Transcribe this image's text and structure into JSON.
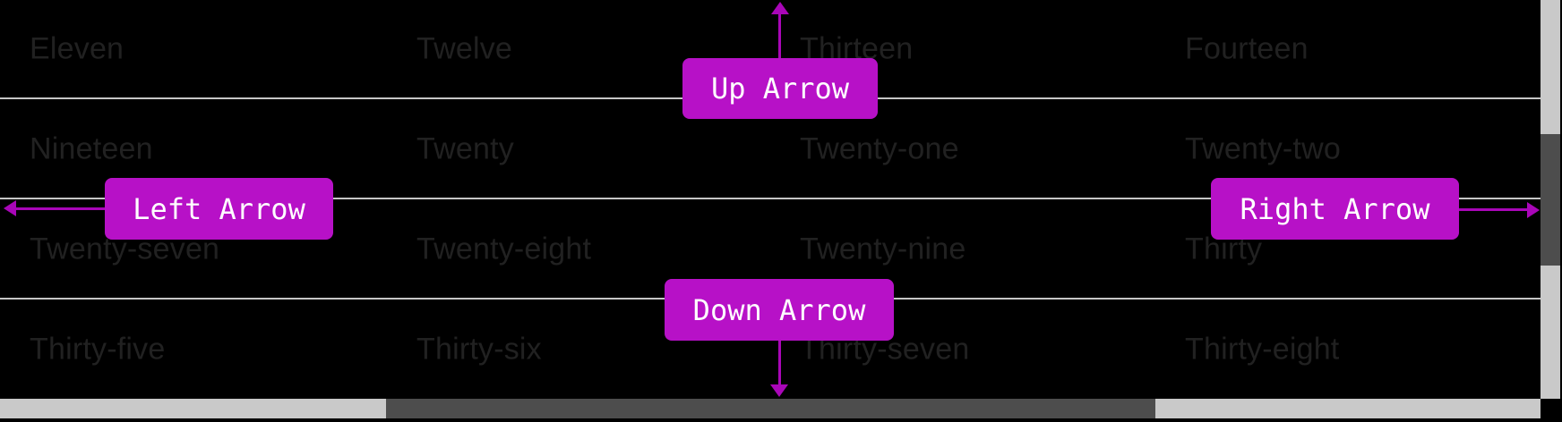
{
  "list": {
    "rows": [
      {
        "cells": [
          "Eleven",
          "Twelve",
          "Thirteen",
          "Fourteen"
        ]
      },
      {
        "cells": [
          "Nineteen",
          "Twenty",
          "Twenty-one",
          "Twenty-two"
        ]
      },
      {
        "cells": [
          "Twenty-seven",
          "Twenty-eight",
          "Twenty-nine",
          "Thirty"
        ]
      },
      {
        "cells": [
          "Thirty-five",
          "Thirty-six",
          "Thirty-seven",
          "Thirty-eight"
        ]
      }
    ]
  },
  "buttons": {
    "up": {
      "label": "Up Arrow"
    },
    "left": {
      "label": "Left Arrow"
    },
    "right": {
      "label": "Right Arrow"
    },
    "down": {
      "label": "Down Arrow"
    }
  },
  "colors": {
    "background": "#000000",
    "row_text": "#212121",
    "separator": "#c6c6c6",
    "accent": "#b711c7",
    "arrow": "#a906b8",
    "button_text": "#ffffff",
    "scrollbar_track": "#c9c9c9",
    "scrollbar_thumb": "#4d4d4d"
  }
}
